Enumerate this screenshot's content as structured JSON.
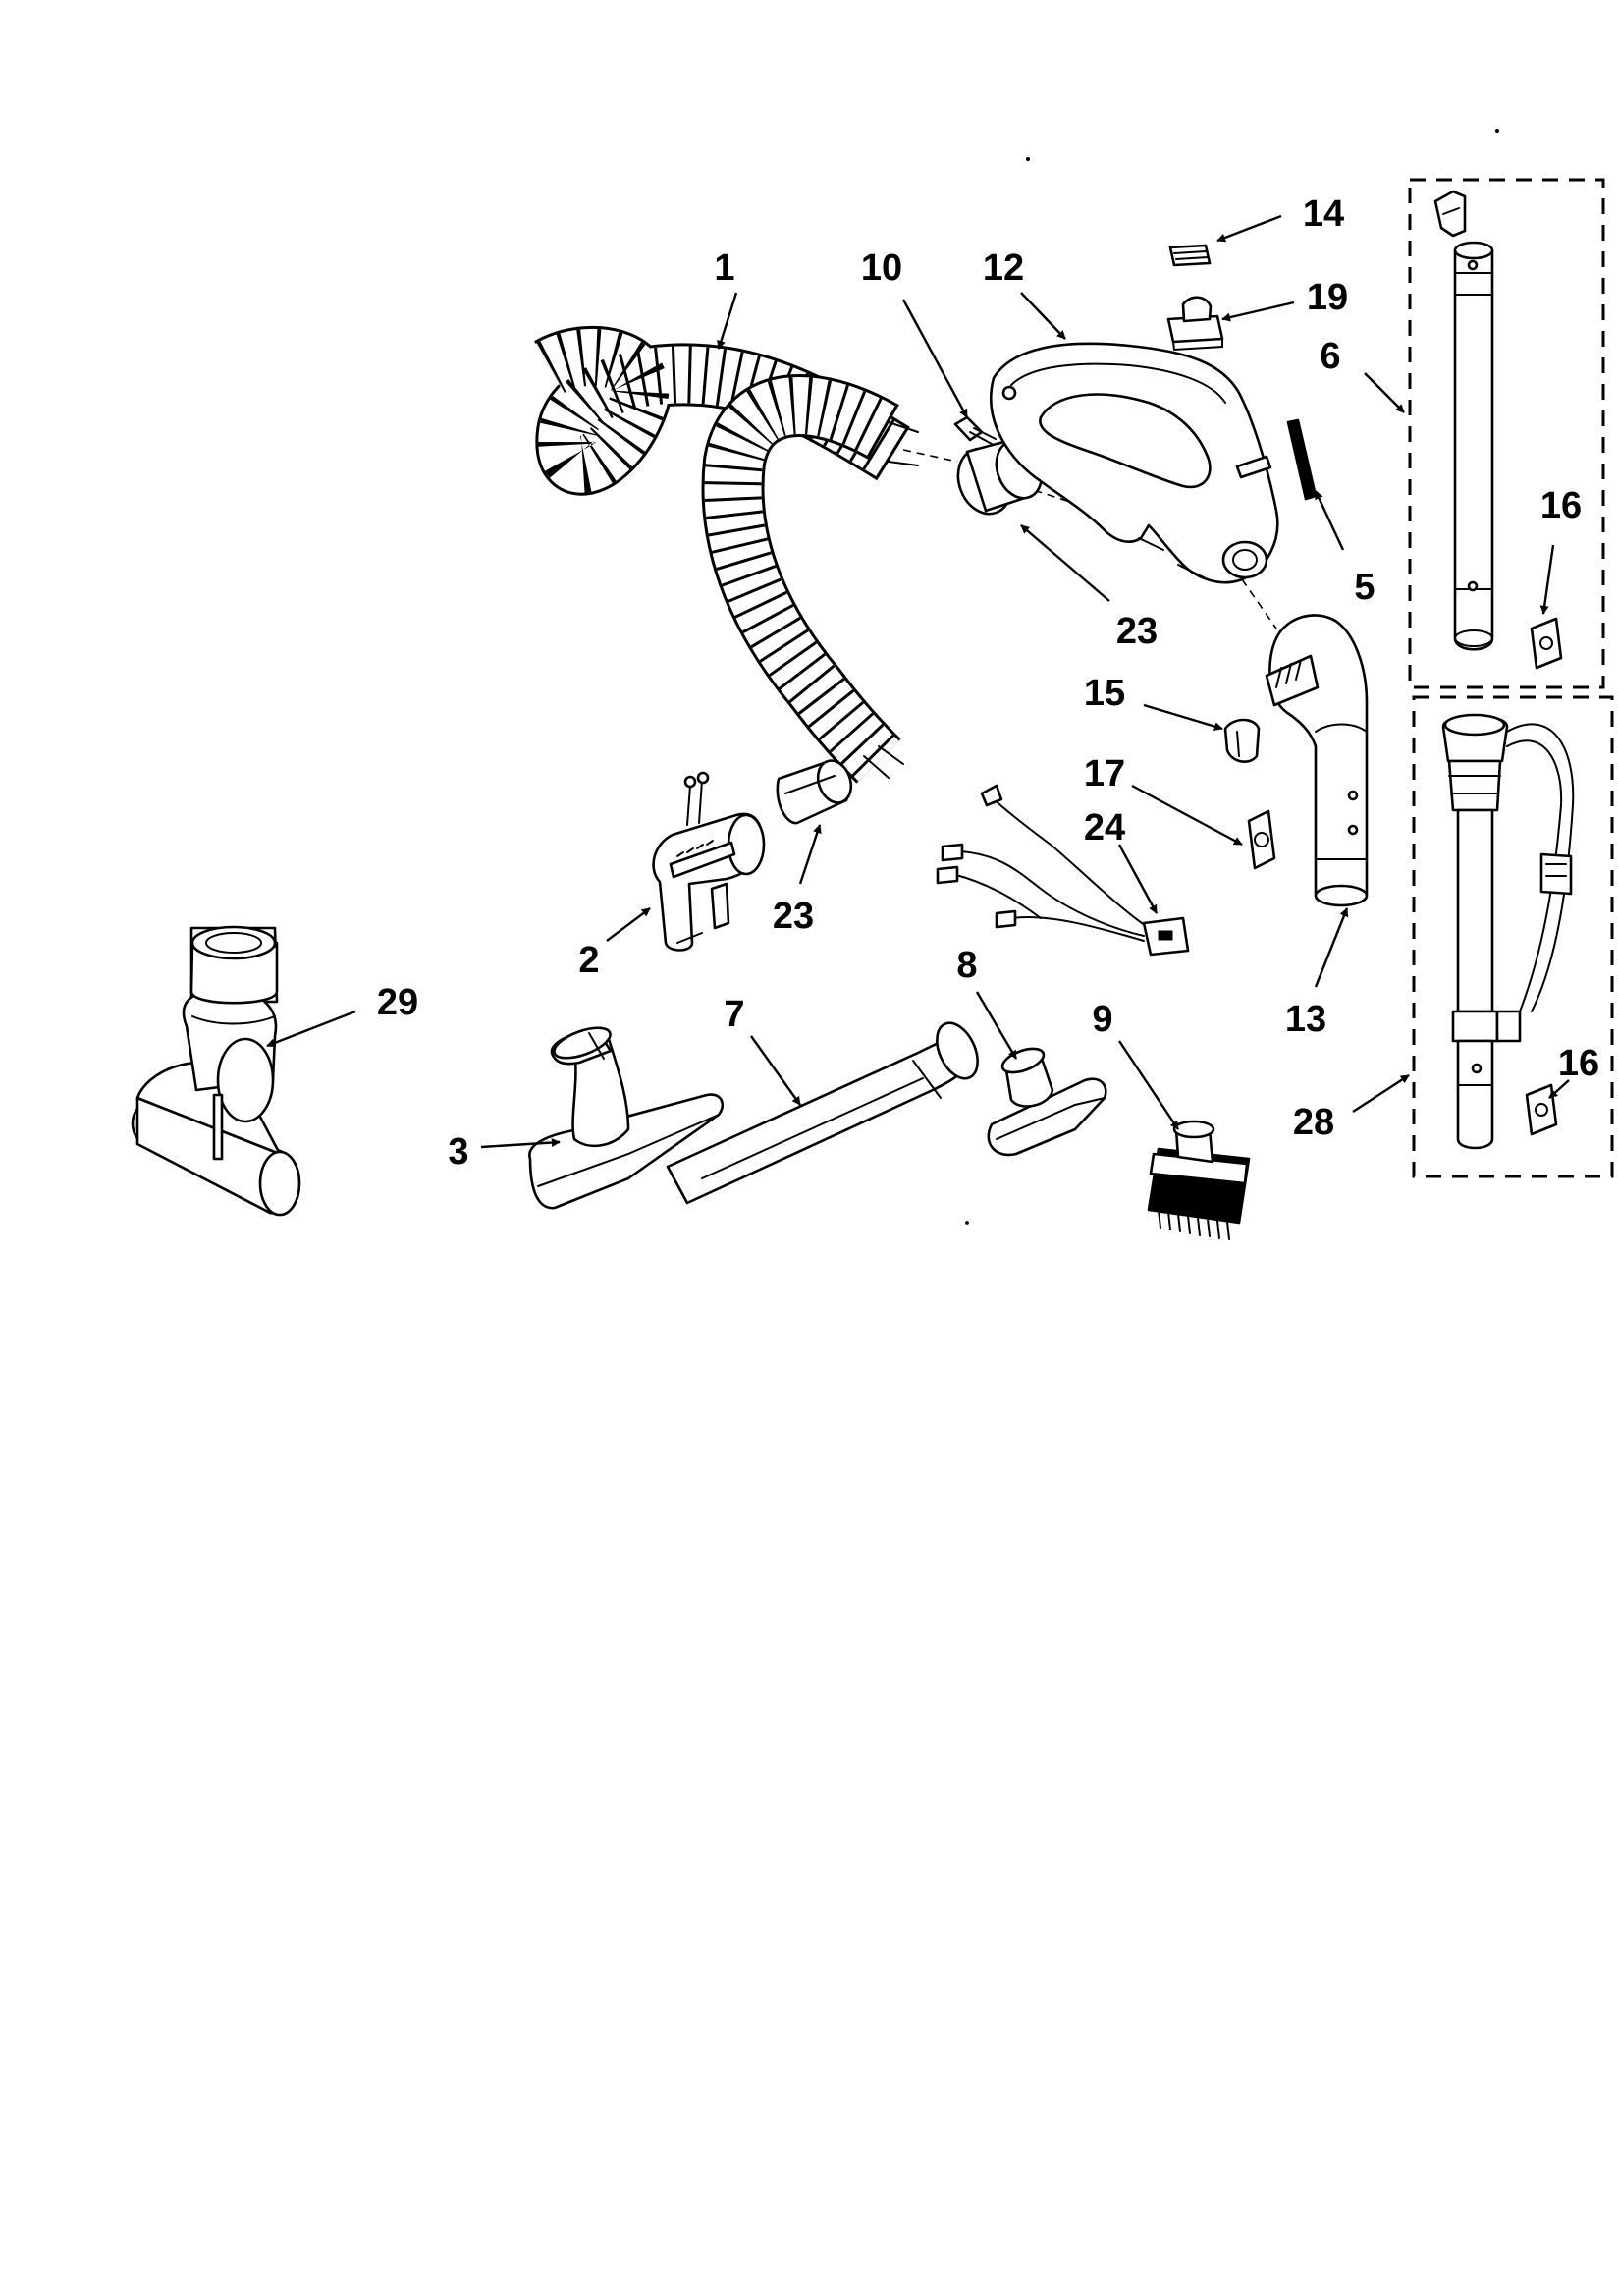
{
  "diagram": {
    "callouts": [
      {
        "id": "c1",
        "text": "1"
      },
      {
        "id": "c10",
        "text": "10"
      },
      {
        "id": "c12",
        "text": "12"
      },
      {
        "id": "c14",
        "text": "14"
      },
      {
        "id": "c19",
        "text": "19"
      },
      {
        "id": "c6",
        "text": "6"
      },
      {
        "id": "c16a",
        "text": "16"
      },
      {
        "id": "c5",
        "text": "5"
      },
      {
        "id": "c23a",
        "text": "23"
      },
      {
        "id": "c15",
        "text": "15"
      },
      {
        "id": "c17",
        "text": "17"
      },
      {
        "id": "c24",
        "text": "24"
      },
      {
        "id": "c2",
        "text": "2"
      },
      {
        "id": "c23b",
        "text": "23"
      },
      {
        "id": "c29",
        "text": "29"
      },
      {
        "id": "c7",
        "text": "7"
      },
      {
        "id": "c8",
        "text": "8"
      },
      {
        "id": "c9",
        "text": "9"
      },
      {
        "id": "c13",
        "text": "13"
      },
      {
        "id": "c16b",
        "text": "16"
      },
      {
        "id": "c3",
        "text": "3"
      },
      {
        "id": "c28",
        "text": "28"
      }
    ]
  }
}
